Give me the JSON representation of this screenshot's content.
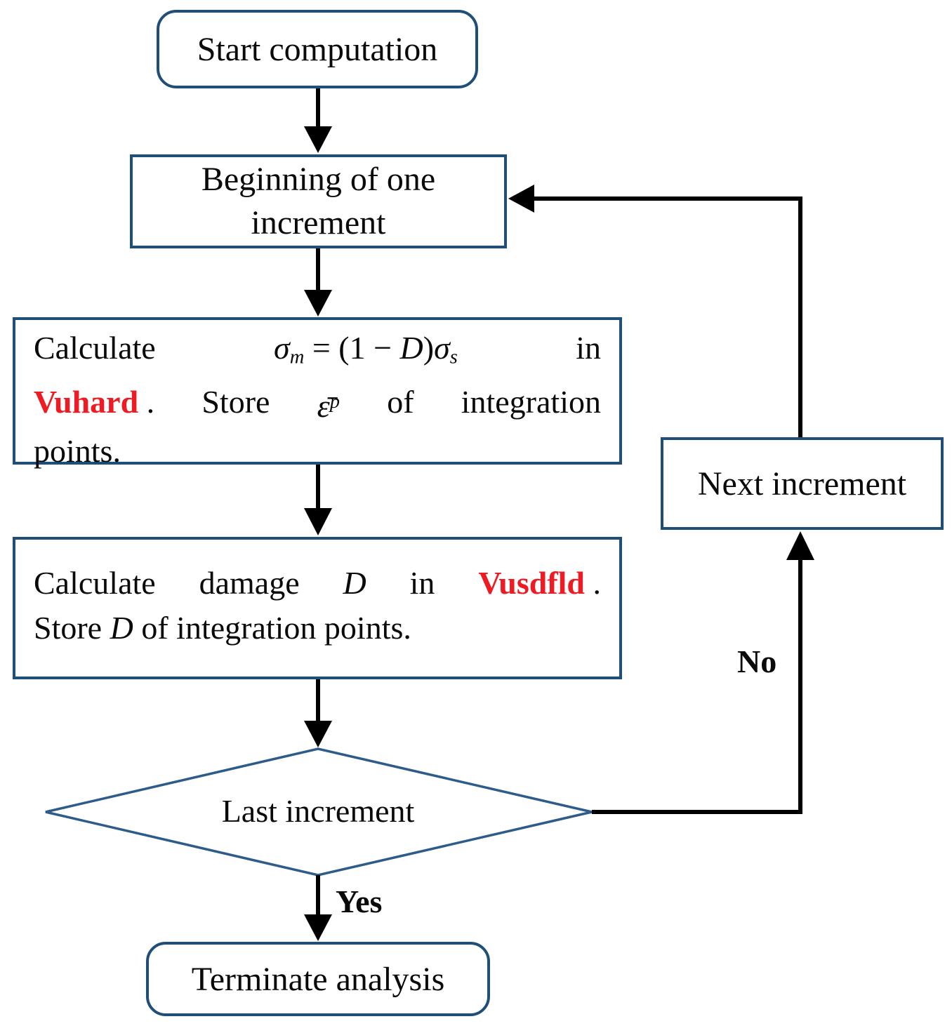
{
  "diagram": {
    "nodes": {
      "start": {
        "label": "Start computation"
      },
      "beginning": {
        "label": "Beginning of one increment"
      },
      "vuhard_step": {
        "lines": [
          {
            "justify": true,
            "words": [
              {
                "parts": [
                  {
                    "t": "Calculate"
                  }
                ]
              },
              {
                "parts": [
                  {
                    "t": "σ",
                    "s": "i"
                  },
                  {
                    "t": "m",
                    "s": "isub"
                  },
                  {
                    "t": " = (1 − "
                  },
                  {
                    "t": "D",
                    "s": "i"
                  },
                  {
                    "t": ")"
                  },
                  {
                    "t": "σ",
                    "s": "i"
                  },
                  {
                    "t": "s",
                    "s": "isub"
                  }
                ]
              },
              {
                "parts": [
                  {
                    "t": "in"
                  }
                ]
              }
            ]
          },
          {
            "justify": true,
            "words": [
              {
                "parts": [
                  {
                    "t": "Vuhard",
                    "s": "red"
                  },
                  {
                    "t": " ."
                  }
                ]
              },
              {
                "parts": [
                  {
                    "t": "Store"
                  }
                ]
              },
              {
                "parts": [
                  {
                    "t": "ε̄",
                    "s": "i"
                  },
                  {
                    "t": "p",
                    "s": "isup"
                  }
                ]
              },
              {
                "parts": [
                  {
                    "t": "of"
                  }
                ]
              },
              {
                "parts": [
                  {
                    "t": "integration"
                  }
                ]
              }
            ]
          },
          {
            "justify": false,
            "words": [
              {
                "parts": [
                  {
                    "t": "points."
                  }
                ]
              }
            ]
          }
        ]
      },
      "vusdfld_step": {
        "lines": [
          {
            "justify": true,
            "words": [
              {
                "parts": [
                  {
                    "t": "Calculate"
                  }
                ]
              },
              {
                "parts": [
                  {
                    "t": "damage"
                  }
                ]
              },
              {
                "parts": [
                  {
                    "t": "D",
                    "s": "i"
                  }
                ]
              },
              {
                "parts": [
                  {
                    "t": "in"
                  }
                ]
              },
              {
                "parts": [
                  {
                    "t": "Vusdfld",
                    "s": "red"
                  },
                  {
                    "t": " ."
                  }
                ]
              }
            ]
          },
          {
            "justify": false,
            "words": [
              {
                "parts": [
                  {
                    "t": "Store "
                  },
                  {
                    "t": "D",
                    "s": "i"
                  },
                  {
                    "t": " of integration points."
                  }
                ]
              }
            ]
          }
        ]
      },
      "decision": {
        "label": "Last increment"
      },
      "next_increment": {
        "label": "Next increment"
      },
      "terminate": {
        "label": "Terminate analysis"
      }
    },
    "edge_labels": {
      "yes": "Yes",
      "no": "No"
    },
    "colors": {
      "border_blue": "#1F4E79",
      "diamond_blue": "#2E5C8A",
      "highlight_red": "#ED1C24",
      "arrow_black": "#000000"
    }
  }
}
